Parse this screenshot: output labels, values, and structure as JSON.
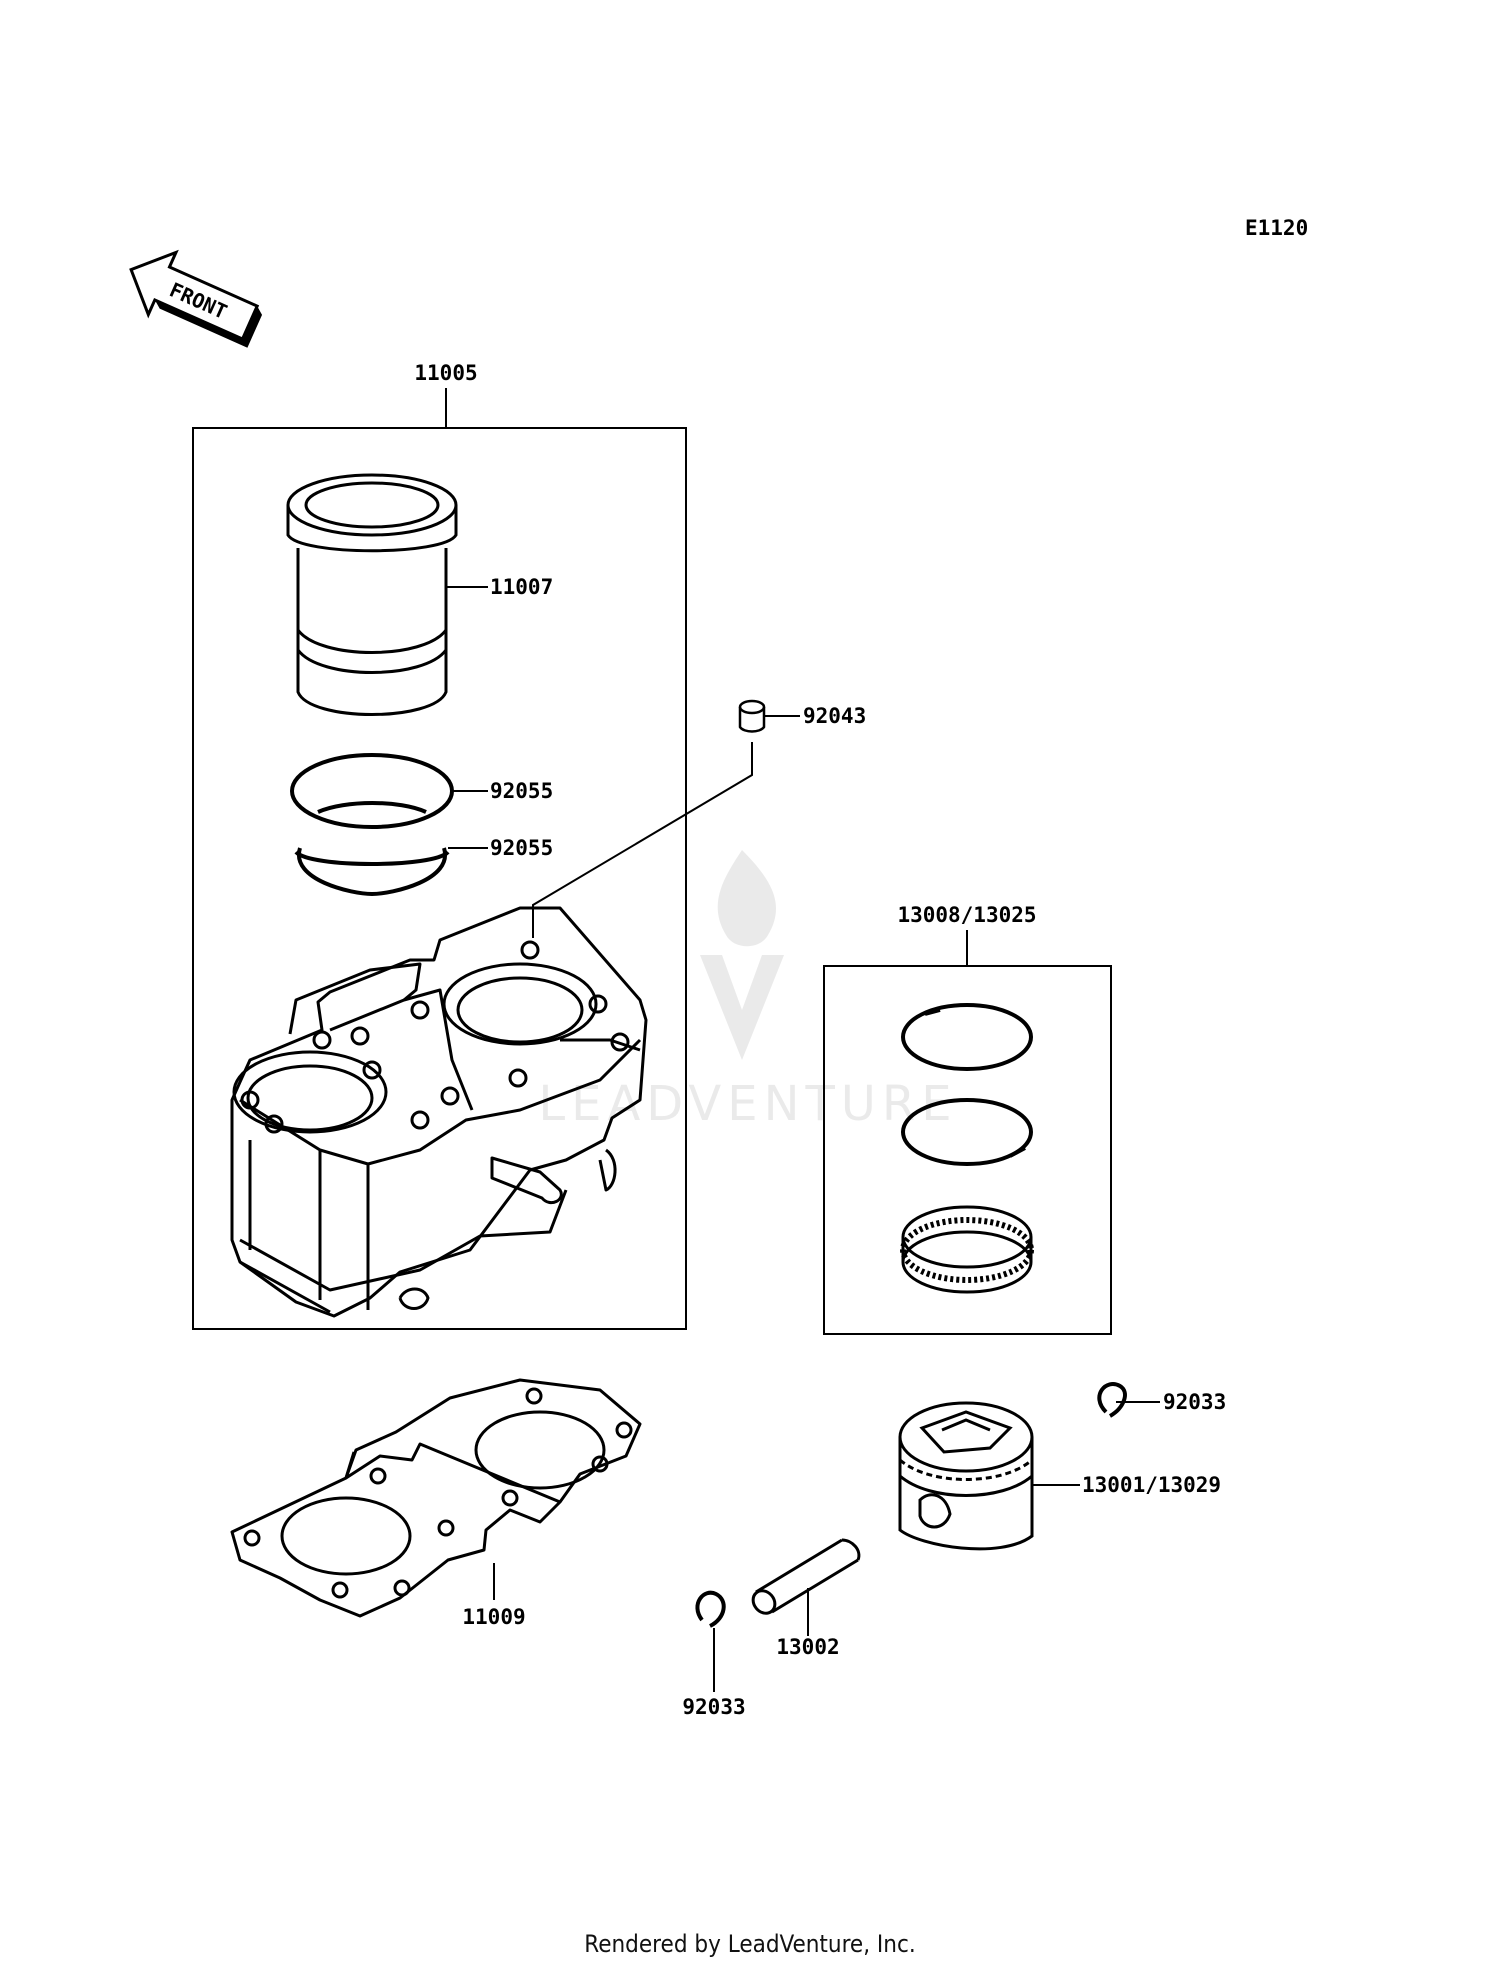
{
  "diagram_code": "E1120",
  "front_indicator": "FRONT",
  "parts": {
    "cylinder_assy": "11005",
    "cylinder_sleeve": "11007",
    "o_ring_upper": "92055",
    "o_ring_lower": "92055",
    "dowel_pin": "92043",
    "ring_set": "13008/13025",
    "circlip_right": "92033",
    "piston": "13001/13029",
    "base_gasket": "11009",
    "piston_pin": "13002",
    "circlip_left": "92033"
  },
  "watermark": "LEADVENTURE",
  "footer": "Rendered by LeadVenture, Inc."
}
